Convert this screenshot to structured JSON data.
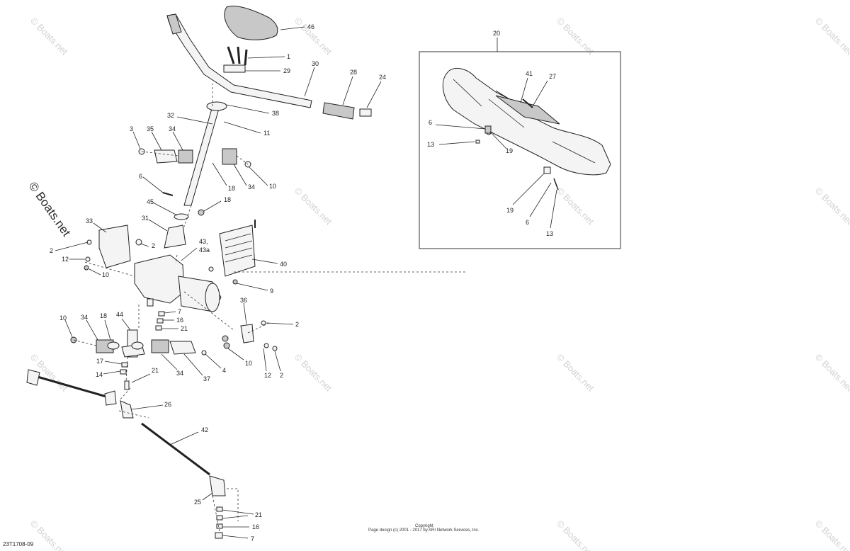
{
  "document_id": "23T1708-09",
  "footer": {
    "line1": "Copyright",
    "line2": "Page design (c) 2001 - 2017 by ARI Network Services, Inc."
  },
  "watermark": {
    "text": "© Boats.net"
  },
  "inset_box_label": "20",
  "callouts": [
    "46",
    "1",
    "29",
    "30",
    "28",
    "24",
    "38",
    "11",
    "32",
    "3",
    "35",
    "34",
    "34",
    "18",
    "10",
    "6",
    "45",
    "18",
    "31",
    "33",
    "2",
    "2",
    "12",
    "10",
    "43,",
    "43a",
    "40",
    "9",
    "36",
    "2",
    "7",
    "16",
    "21",
    "10",
    "34",
    "18",
    "44",
    "17",
    "14",
    "21",
    "34",
    "37",
    "4",
    "10",
    "12",
    "2",
    "26",
    "42",
    "25",
    "21",
    "16",
    "7",
    "41",
    "27",
    "6",
    "13",
    "19",
    "19",
    "6",
    "13"
  ]
}
